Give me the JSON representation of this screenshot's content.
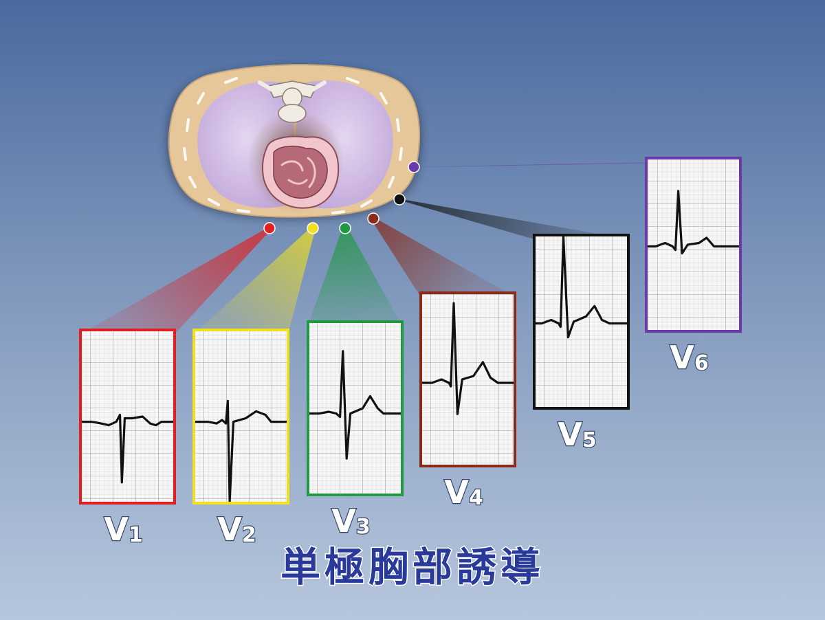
{
  "title": "単極胸部誘導",
  "colors": {
    "background_top": "#4a6a9e",
    "background_bottom": "#b6c6dc",
    "title_text": "#2a3a9a",
    "grid_fill": "#f4f4f4",
    "grid_minor": "#c9c9c9",
    "grid_major": "#9a9a9a",
    "trace": "#111111",
    "torso_skin": "#e6c79a",
    "lung": "#cdb6e0",
    "heart": "#b66a78"
  },
  "leads": [
    {
      "id": "V1",
      "label_main": "V",
      "label_sub": "1",
      "color": "#e02020"
    },
    {
      "id": "V2",
      "label_main": "V",
      "label_sub": "2",
      "color": "#f0e020"
    },
    {
      "id": "V3",
      "label_main": "V",
      "label_sub": "3",
      "color": "#209a40"
    },
    {
      "id": "V4",
      "label_main": "V",
      "label_sub": "4",
      "color": "#8a2a18"
    },
    {
      "id": "V5",
      "label_main": "V",
      "label_sub": "5",
      "color": "#111111"
    },
    {
      "id": "V6",
      "label_main": "V",
      "label_sub": "6",
      "color": "#6a3aa8"
    }
  ]
}
